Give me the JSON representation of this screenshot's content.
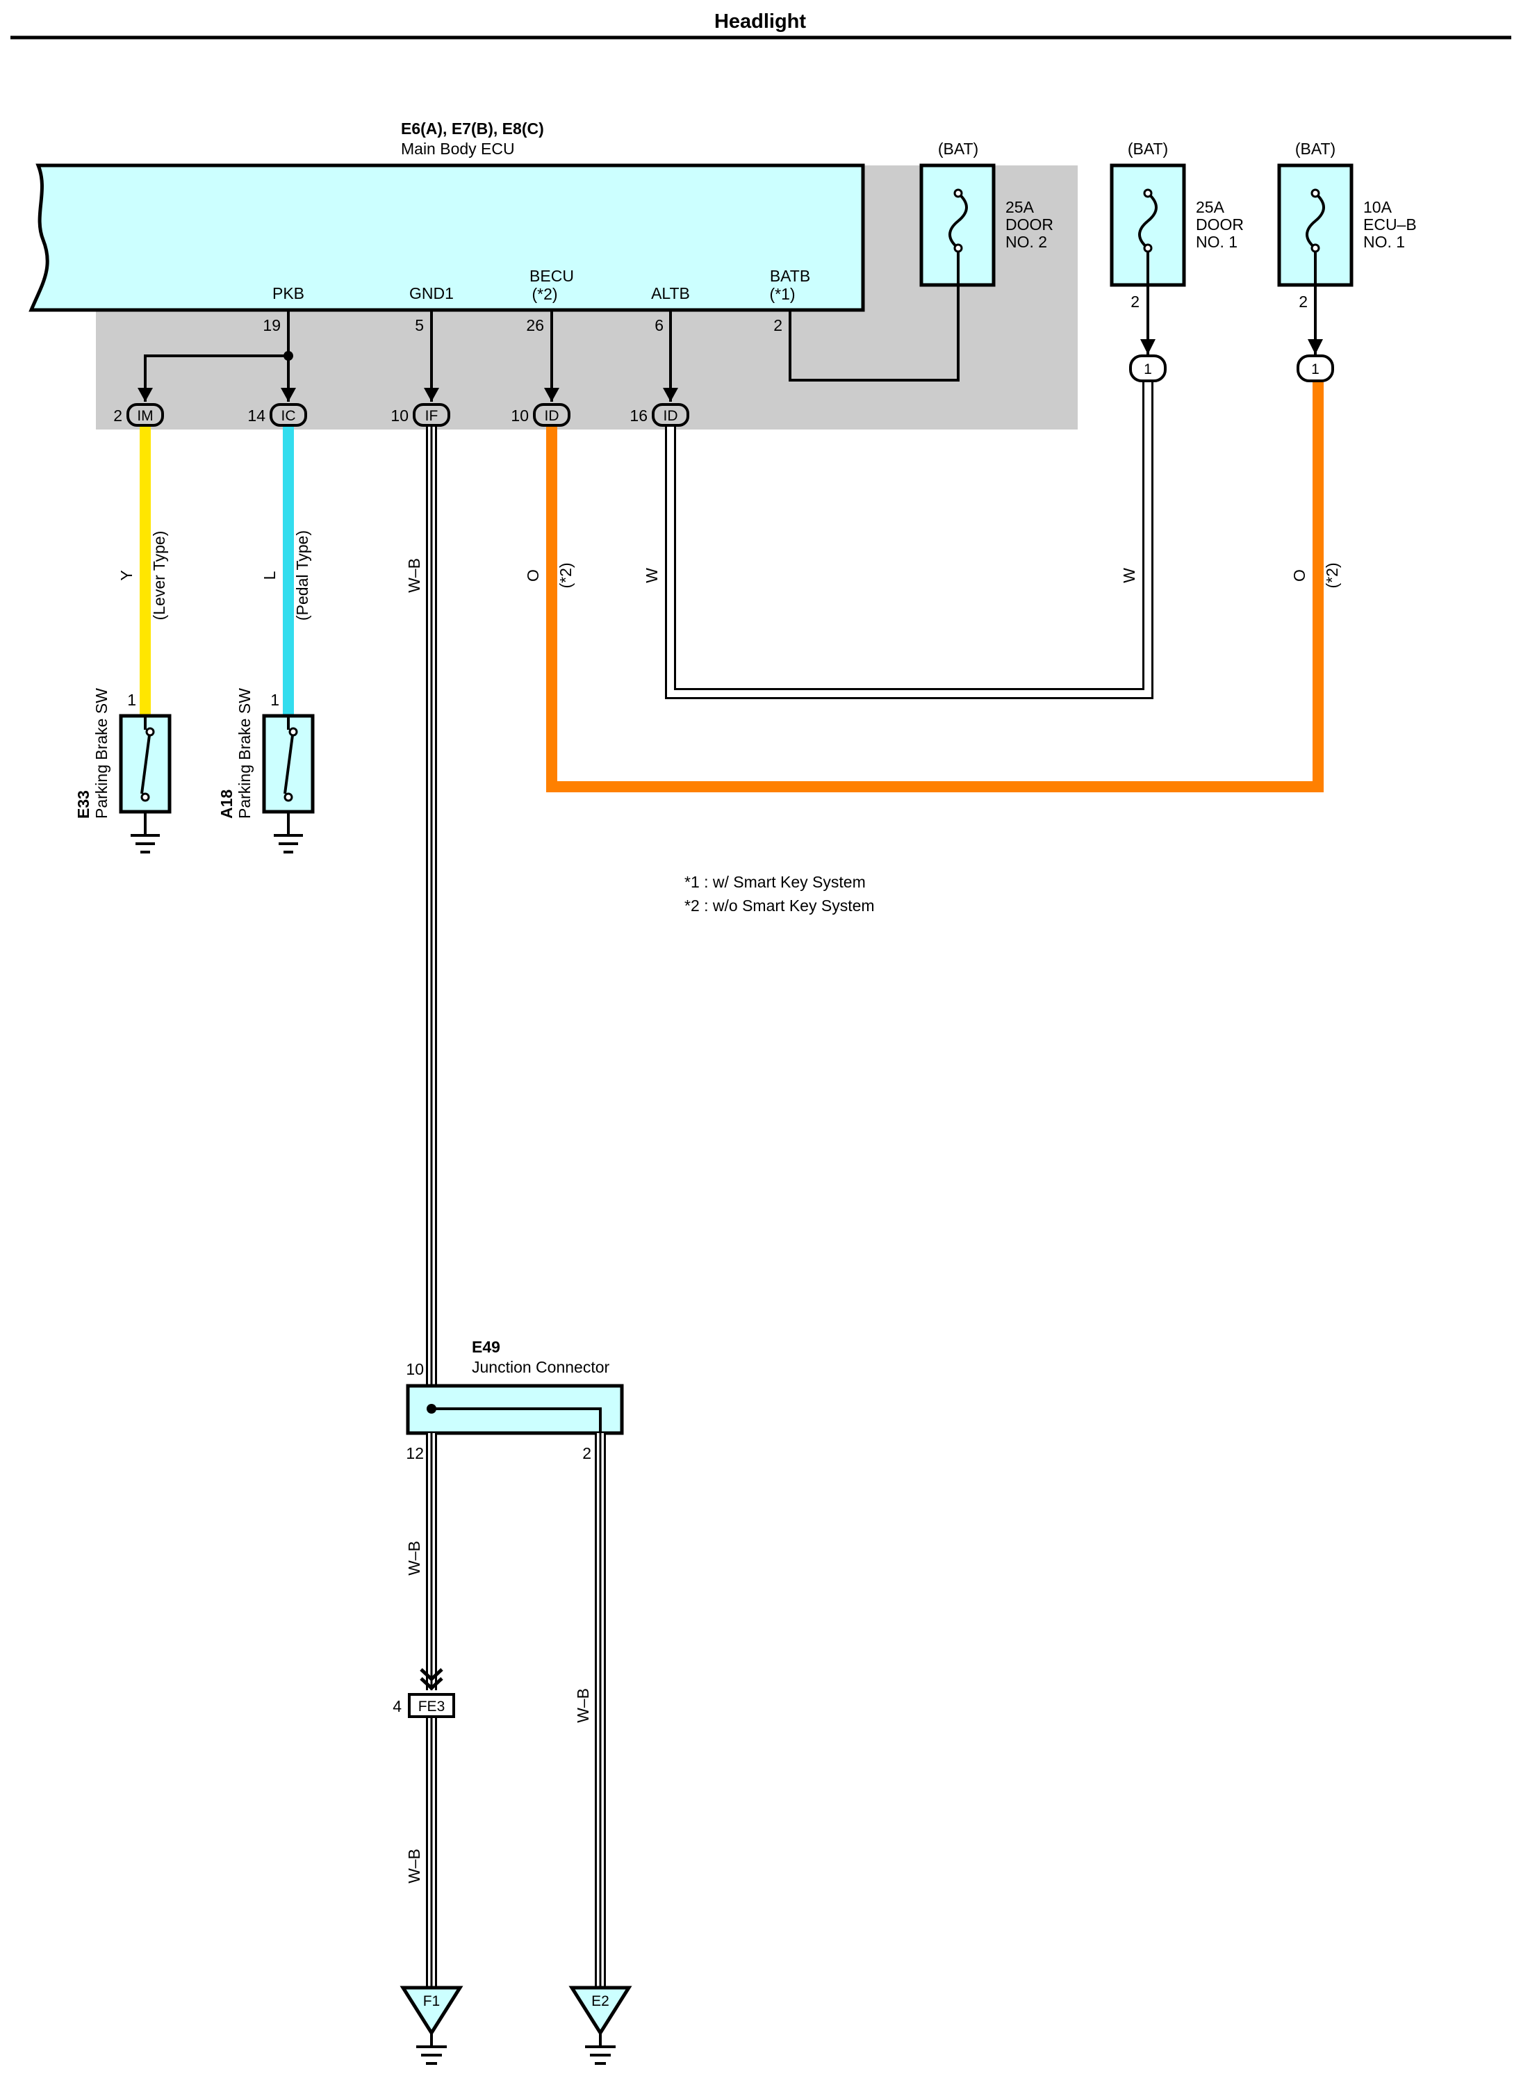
{
  "page_title": "Headlight",
  "ecu": {
    "code": "E6(A), E7(B), E8(C)",
    "name": "Main Body ECU",
    "terminals": {
      "pkb": {
        "label": "PKB",
        "pin": "19"
      },
      "gnd1": {
        "label": "GND1",
        "pin": "5"
      },
      "becu": {
        "label": "BECU",
        "note": "(*2)",
        "pin": "26"
      },
      "altb": {
        "label": "ALTB",
        "pin": "6"
      },
      "batb": {
        "label": "BATB",
        "note": "(*1)",
        "pin": "2"
      }
    }
  },
  "fuses": {
    "door2": {
      "source": "(BAT)",
      "amp": "25A",
      "line1": "DOOR",
      "line2": "NO. 2"
    },
    "door1": {
      "source": "(BAT)",
      "amp": "25A",
      "line1": "DOOR",
      "line2": "NO. 1",
      "pin": "2",
      "conn": "1"
    },
    "ecub": {
      "source": "(BAT)",
      "amp": "10A",
      "line1": "ECU–B",
      "line2": "NO. 1",
      "pin": "2",
      "conn": "1"
    }
  },
  "connectors": {
    "im": {
      "pin": "2",
      "label": "IM"
    },
    "ic": {
      "pin": "14",
      "label": "IC"
    },
    "if": {
      "pin": "10",
      "label": "IF"
    },
    "id1": {
      "pin": "10",
      "label": "ID"
    },
    "id2": {
      "pin": "16",
      "label": "ID"
    }
  },
  "wires": {
    "y": "Y",
    "y_note": "(Lever Type)",
    "l": "L",
    "l_note": "(Pedal Type)",
    "wb": "W–B",
    "o": "O",
    "o_note": "(*2)",
    "w": "W"
  },
  "switches": {
    "e33": {
      "code": "E33",
      "name": "Parking Brake SW",
      "pin": "1"
    },
    "a18": {
      "code": "A18",
      "name": "Parking Brake SW",
      "pin": "1"
    }
  },
  "notes": [
    "*1 : w/ Smart Key System",
    "*2 : w/o Smart Key System"
  ],
  "junction": {
    "code": "E49",
    "name": "Junction Connector",
    "pin_in": "10",
    "pin_out1": "12",
    "pin_out2": "2"
  },
  "fe3": {
    "pin": "4",
    "label": "FE3"
  },
  "grounds": {
    "f1": "F1",
    "e2": "E2"
  },
  "colors": {
    "ecu_fill": "#ccffff",
    "panel_gray": "#cccccc",
    "yellow": "#ffe600",
    "cyan": "#33ddee",
    "orange": "#ff8000"
  }
}
